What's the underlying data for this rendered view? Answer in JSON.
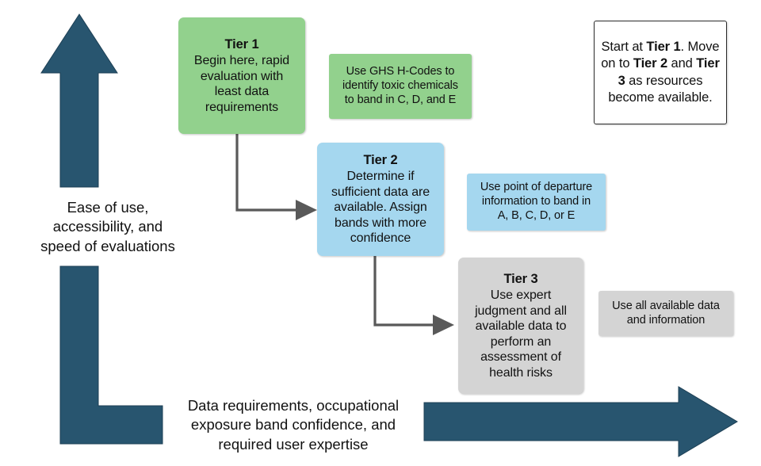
{
  "figure": {
    "colors": {
      "tier1_green": "#92D18D",
      "tier2_blue": "#A5D7EF",
      "tier3_gray": "#D4D4D4",
      "axis_arrow_navy": "#28556F",
      "connector_gray": "#595959",
      "callout_border": "#2b2b2b",
      "text": "#111111",
      "background": "#FFFFFF"
    }
  },
  "axes": {
    "vertical_label": {
      "name": "ease-of-use-axis-label",
      "lines": [
        "Ease of use,",
        "accessibility, and",
        "speed of evaluations"
      ]
    },
    "horizontal_label": {
      "name": "data-requirements-axis-label",
      "lines": [
        "Data requirements, occupational",
        "exposure band confidence, and",
        "required user expertise"
      ]
    }
  },
  "tiers": [
    {
      "id": "tier-1",
      "title": "Tier 1",
      "body": [
        "Begin here, rapid",
        "evaluation with",
        "least data",
        "requirements"
      ],
      "color": "#92D18D",
      "note": {
        "id": "tier-1-note",
        "lines": [
          "Use GHS H-Codes to",
          "identify toxic chemicals",
          "to band in C, D, and E"
        ],
        "color": "#92D18D"
      }
    },
    {
      "id": "tier-2",
      "title": "Tier 2",
      "body": [
        "Determine if",
        "sufficient data are",
        "available. Assign",
        "bands with more",
        "confidence"
      ],
      "color": "#A5D7EF",
      "note": {
        "id": "tier-2-note",
        "lines": [
          "Use point of departure",
          "information to band in",
          "A, B, C, D, or E"
        ],
        "color": "#A5D7EF"
      }
    },
    {
      "id": "tier-3",
      "title": "Tier 3",
      "body": [
        "Use expert",
        "judgment and all",
        "available data to",
        "perform an",
        "assessment of",
        "health risks"
      ],
      "color": "#D4D4D4",
      "note": {
        "id": "tier-3-note",
        "lines": [
          "Use all available data",
          "and information"
        ],
        "color": "#D4D4D4"
      }
    }
  ],
  "callout": {
    "id": "instructions-callout",
    "segments": [
      {
        "text": "Start at ",
        "bold": false
      },
      {
        "text": "Tier 1",
        "bold": true
      },
      {
        "text": ". Move on to ",
        "bold": false
      },
      {
        "text": "Tier 2",
        "bold": true
      },
      {
        "text": " and ",
        "bold": false
      },
      {
        "text": "Tier 3",
        "bold": true
      },
      {
        "text": " as resources become available.",
        "bold": false
      }
    ],
    "plain_text": "Start at Tier 1. Move on to Tier 2 and Tier 3 as resources become available."
  },
  "connectors": [
    {
      "id": "tier1-to-tier2-connector",
      "from": "tier-1",
      "to": "tier-2",
      "style": "elbow-arrow",
      "color": "#595959"
    },
    {
      "id": "tier2-to-tier3-connector",
      "from": "tier-2",
      "to": "tier-3",
      "style": "elbow-arrow",
      "color": "#595959"
    }
  ]
}
